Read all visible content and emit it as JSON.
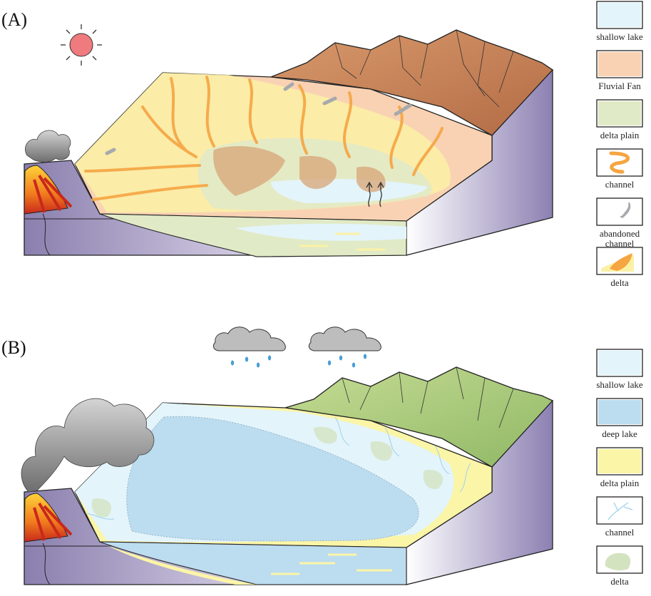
{
  "panels": [
    {
      "label": "(A)",
      "weather": "sun-icon",
      "legend": [
        {
          "label": "shallow lake",
          "swatch": "shallow-lake",
          "color": "#e3f4fb"
        },
        {
          "label": "Fluvial Fan",
          "swatch": "fluvial-fan",
          "color": "#f9d2b3"
        },
        {
          "label": "delta plain",
          "swatch": "delta-plain",
          "color": "#e1eac6"
        },
        {
          "label": "channel",
          "swatch": "channel",
          "color": "#f5a541"
        },
        {
          "label": "abandoned channel",
          "lines": [
            "abandoned",
            "channel"
          ],
          "swatch": "abandoned-channel",
          "color": "#a7a9ac"
        },
        {
          "label": "delta",
          "swatch": "delta",
          "color": "#f5a541"
        }
      ]
    },
    {
      "label": "(B)",
      "weather": "rain-cloud-icon",
      "legend": [
        {
          "label": "shallow lake",
          "swatch": "shallow-lake",
          "color": "#e3f4fb"
        },
        {
          "label": "deep lake",
          "swatch": "deep-lake",
          "color": "#bcdcef"
        },
        {
          "label": "delta plain",
          "swatch": "delta-plain-yellow",
          "color": "#fbf5a7"
        },
        {
          "label": "channel",
          "swatch": "channel-blue",
          "color": "#9fd1ec"
        },
        {
          "label": "delta",
          "swatch": "delta-green",
          "color": "#d3e3bf"
        }
      ]
    }
  ],
  "colors": {
    "basement": "#9a8fb8",
    "mountain_dry": "#c8825a",
    "mountain_wet": "#a9c97b",
    "cloud": "#bdbdbd",
    "rain": "#4a9fd6",
    "sun": "#ef7b7f",
    "lava": "#e8432a"
  }
}
